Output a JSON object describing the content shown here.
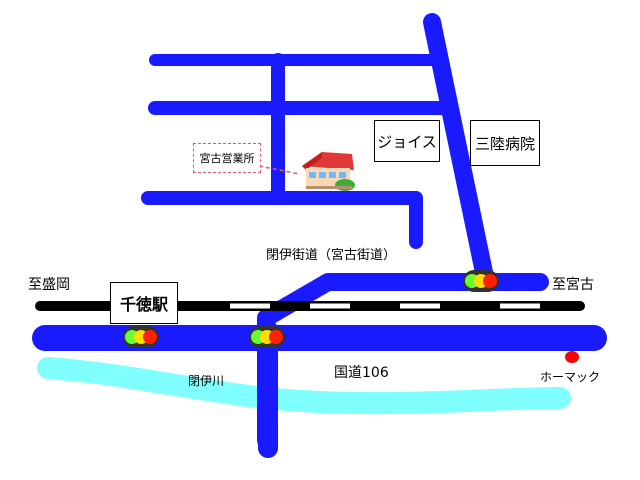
{
  "labels": {
    "office": "宮古営業所",
    "joyce": "ジョイス",
    "hospital": "三陸病院",
    "kaido": "閉伊街道（宮古街道）",
    "to_morioka": "至盛岡",
    "to_miyako": "至宮古",
    "station": "千徳駅",
    "route": "国道106",
    "river": "閉伊川",
    "homac": "ホーマック"
  },
  "colors": {
    "road": "#1a1aff",
    "river": "#80ffff",
    "railway": "#000000",
    "office_border": "#e25a6a",
    "homac_marker": "#ff0000"
  },
  "icons": [
    "traffic-light-icon",
    "house-icon"
  ]
}
